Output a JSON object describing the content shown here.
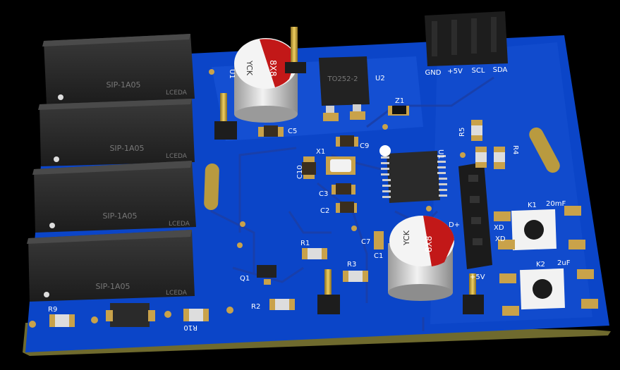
{
  "colors": {
    "board": "#0b45c8",
    "board_edge": "#6f6a2e",
    "copper_pour": "#1f5fe0",
    "trace": "#1748b5",
    "silkscreen": "#ffffff",
    "pad": "#c7a24a",
    "relay_body": "#2a2a2a"
  },
  "relays": [
    {
      "part": "SIP-1A05",
      "brand": "LCEDA"
    },
    {
      "part": "SIP-1A05",
      "brand": "LCEDA"
    },
    {
      "part": "SIP-1A05",
      "brand": "LCEDA"
    },
    {
      "part": "SIP-1A05",
      "brand": "LCEDA"
    }
  ],
  "capacitors": {
    "cap1": {
      "label": "8X8",
      "brand": "YCK"
    },
    "cap2": {
      "label": "8X8",
      "brand": "YCK"
    }
  },
  "regulator": {
    "package": "TO252-2",
    "ref": "U2"
  },
  "header": {
    "pins": [
      "GND",
      "+5V",
      "SCL",
      "SDA"
    ]
  },
  "designators": {
    "c5": "C5",
    "c9": "C9",
    "c10": "C10",
    "c3": "C3",
    "c2": "C2",
    "c7": "C7",
    "c1": "C1",
    "x1": "X1",
    "u1": "U1",
    "z1": "Z1",
    "r5": "R5",
    "r4": "R4",
    "r1": "R1",
    "r2": "R2",
    "r3": "R3",
    "r9": "R9",
    "r10": "R10",
    "q1": "Q1",
    "k1": "K1",
    "k2": "K2",
    "cap_k1": "20mF",
    "cap_k2": "2uF",
    "dplus": "D+",
    "xd": "XD",
    "xd2": "XD",
    "plus5": "+5V",
    "u_top": "U1"
  }
}
